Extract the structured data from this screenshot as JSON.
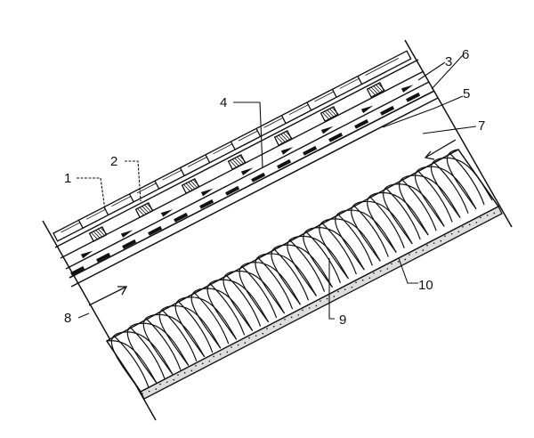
{
  "labels": {
    "l1": "1",
    "l2": "2",
    "l3": "3",
    "l4": "4",
    "l5": "5",
    "l6": "6",
    "l7": "7",
    "l8": "8",
    "l9": "9",
    "l10": "10"
  },
  "colors": {
    "ink": "#111111",
    "background": "#ffffff"
  }
}
